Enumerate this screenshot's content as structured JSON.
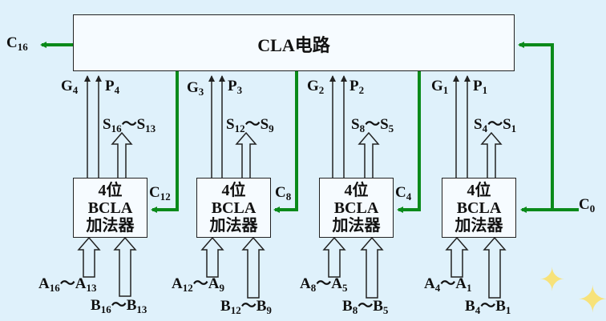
{
  "cla_title": "CLA电路",
  "adder": {
    "line1": "4位",
    "line2": "BCLA",
    "line3": "加法器"
  },
  "carry_out": {
    "base": "C",
    "sub": "16"
  },
  "carry_in": {
    "base": "C",
    "sub": "0"
  },
  "groups": [
    {
      "g": "4",
      "p": "4",
      "s_hi": "16",
      "s_lo": "13",
      "carry": "12",
      "a_hi": "16",
      "a_lo": "13",
      "b_hi": "16",
      "b_lo": "13"
    },
    {
      "g": "3",
      "p": "3",
      "s_hi": "12",
      "s_lo": "9",
      "carry": "8",
      "a_hi": "12",
      "a_lo": "9",
      "b_hi": "12",
      "b_lo": "9"
    },
    {
      "g": "2",
      "p": "2",
      "s_hi": "8",
      "s_lo": "5",
      "carry": "4",
      "a_hi": "8",
      "a_lo": "5",
      "b_hi": "8",
      "b_lo": "5"
    },
    {
      "g": "1",
      "p": "1",
      "s_hi": "4",
      "s_lo": "1",
      "a_hi": "4",
      "a_lo": "1",
      "b_hi": "4",
      "b_lo": "1"
    }
  ],
  "letters": {
    "g": "G",
    "p": "P",
    "s": "S",
    "a": "A",
    "b": "B",
    "c": "C",
    "range": "～"
  },
  "colors": {
    "wire": "#0a8a1a",
    "line": "#222222",
    "background": "#dff1fb"
  }
}
